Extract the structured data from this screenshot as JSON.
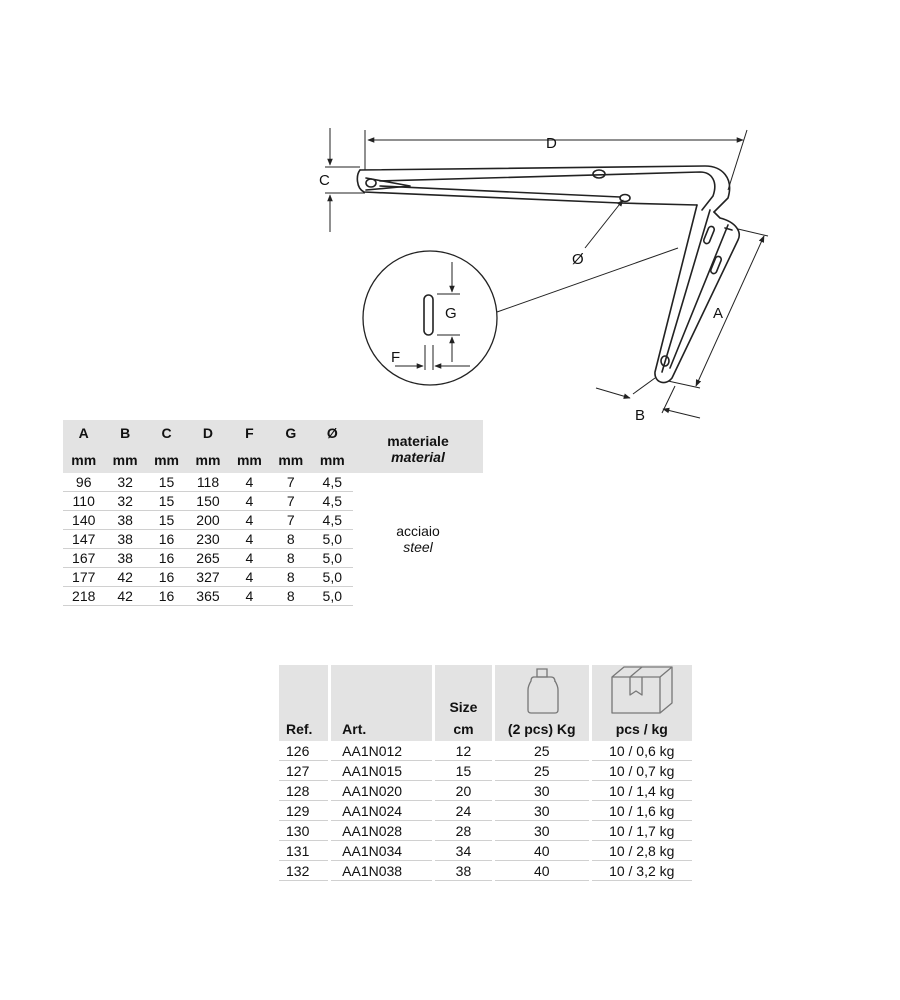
{
  "drawing": {
    "labels": {
      "A": "A",
      "B": "B",
      "C": "C",
      "D": "D",
      "F": "F",
      "G": "G",
      "diameter": "Ø"
    }
  },
  "dimensions_table": {
    "headers": [
      "A",
      "B",
      "C",
      "D",
      "F",
      "G",
      "Ø"
    ],
    "units": [
      "mm",
      "mm",
      "mm",
      "mm",
      "mm",
      "mm",
      "mm"
    ],
    "material_header_it": "materiale",
    "material_header_en": "material",
    "material_value_it": "acciaio",
    "material_value_en": "steel",
    "rows": [
      [
        "96",
        "32",
        "15",
        "118",
        "4",
        "7",
        "4,5"
      ],
      [
        "110",
        "32",
        "15",
        "150",
        "4",
        "7",
        "4,5"
      ],
      [
        "140",
        "38",
        "15",
        "200",
        "4",
        "7",
        "4,5"
      ],
      [
        "147",
        "38",
        "16",
        "230",
        "4",
        "8",
        "5,0"
      ],
      [
        "167",
        "38",
        "16",
        "265",
        "4",
        "8",
        "5,0"
      ],
      [
        "177",
        "42",
        "16",
        "327",
        "4",
        "8",
        "5,0"
      ],
      [
        "218",
        "42",
        "16",
        "365",
        "4",
        "8",
        "5,0"
      ]
    ]
  },
  "product_table": {
    "headers": {
      "ref": "Ref.",
      "art": "Art.",
      "size_top": "Size",
      "size_unit": "cm",
      "load": "(2 pcs) Kg",
      "pack": "pcs / kg"
    },
    "icons": {
      "load": "weight-icon",
      "pack": "box-icon"
    },
    "rows": [
      [
        "126",
        "AA1N012",
        "12",
        "25",
        "10 / 0,6 kg"
      ],
      [
        "127",
        "AA1N015",
        "15",
        "25",
        "10 / 0,7 kg"
      ],
      [
        "128",
        "AA1N020",
        "20",
        "30",
        "10 / 1,4 kg"
      ],
      [
        "129",
        "AA1N024",
        "24",
        "30",
        "10 / 1,6 kg"
      ],
      [
        "130",
        "AA1N028",
        "28",
        "30",
        "10 / 1,7 kg"
      ],
      [
        "131",
        "AA1N034",
        "34",
        "40",
        "10 / 2,8 kg"
      ],
      [
        "132",
        "AA1N038",
        "38",
        "40",
        "10 / 3,2 kg"
      ]
    ]
  }
}
